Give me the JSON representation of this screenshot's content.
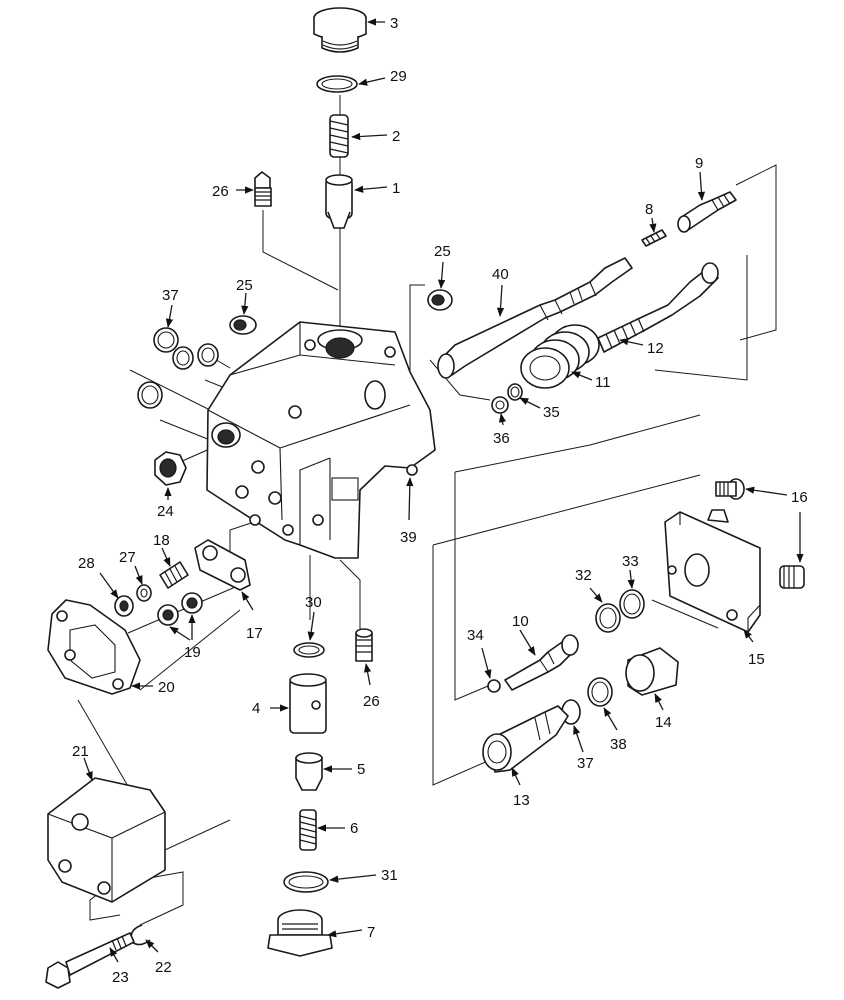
{
  "callouts": [
    {
      "label": "1"
    },
    {
      "label": "2"
    },
    {
      "label": "3"
    },
    {
      "label": "4"
    },
    {
      "label": "5"
    },
    {
      "label": "6"
    },
    {
      "label": "7"
    },
    {
      "label": "8"
    },
    {
      "label": "9"
    },
    {
      "label": "10"
    },
    {
      "label": "11"
    },
    {
      "label": "12"
    },
    {
      "label": "13"
    },
    {
      "label": "14"
    },
    {
      "label": "15"
    },
    {
      "label": "16"
    },
    {
      "label": "17"
    },
    {
      "label": "18"
    },
    {
      "label": "19"
    },
    {
      "label": "20"
    },
    {
      "label": "21"
    },
    {
      "label": "22"
    },
    {
      "label": "23"
    },
    {
      "label": "24"
    },
    {
      "label": "25"
    },
    {
      "label": "25"
    },
    {
      "label": "26"
    },
    {
      "label": "26"
    },
    {
      "label": "27"
    },
    {
      "label": "28"
    },
    {
      "label": "29"
    },
    {
      "label": "30"
    },
    {
      "label": "31"
    },
    {
      "label": "32"
    },
    {
      "label": "33"
    },
    {
      "label": "34"
    },
    {
      "label": "35"
    },
    {
      "label": "36"
    },
    {
      "label": "37"
    },
    {
      "label": "37"
    },
    {
      "label": "38"
    },
    {
      "label": "39"
    },
    {
      "label": "40"
    }
  ]
}
